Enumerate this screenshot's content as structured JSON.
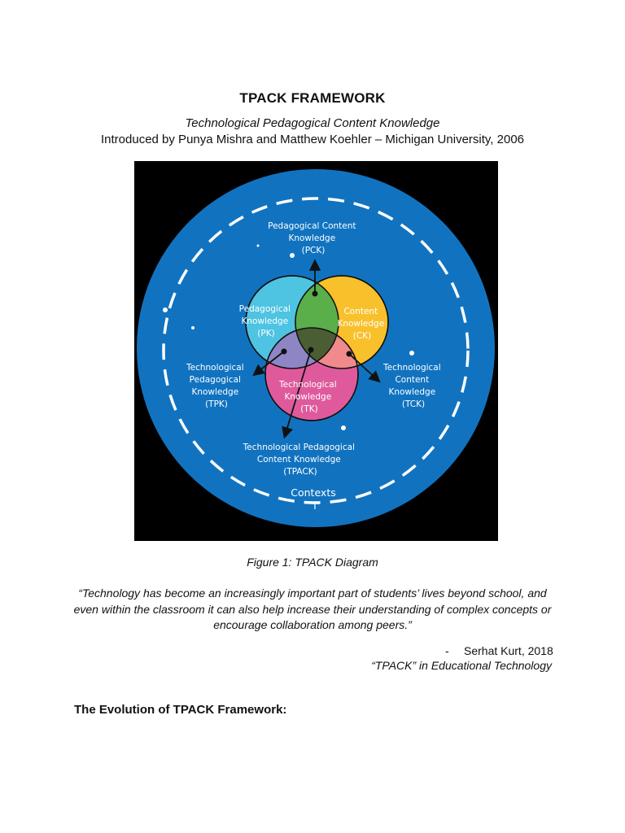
{
  "document": {
    "title": "TPACK FRAMEWORK",
    "subtitle": "Technological Pedagogical Content Knowledge",
    "intro": "Introduced by Punya Mishra and Matthew Koehler – Michigan University, 2006"
  },
  "figure": {
    "caption": "Figure 1: TPACK Diagram",
    "colors": {
      "background": "#000000",
      "outer_circle": "#1173c0",
      "pedagogical": "#4ec3e2",
      "content": "#f8c02b",
      "technological": "#df5a9c",
      "pck_overlap": "#5aaf4a",
      "tpk_overlap": "#8e86c4",
      "tck_overlap": "#f08a8c",
      "tpack_center": "#4b5e33"
    },
    "labels": {
      "pck": [
        "Pedagogical Content",
        "Knowledge",
        "(PCK)"
      ],
      "pk": [
        "Pedagogical",
        "Knowledge",
        "(PK)"
      ],
      "ck": [
        "Content",
        "Knowledge",
        "(CK)"
      ],
      "tk": [
        "Technological",
        "Knowledge",
        "(TK)"
      ],
      "tpk": [
        "Technological",
        "Pedagogical",
        "Knowledge",
        "(TPK)"
      ],
      "tck": [
        "Technological",
        "Content",
        "Knowledge",
        "(TCK)"
      ],
      "tpack": [
        "Technological Pedagogical",
        "Content Knowledge",
        "(TPACK)"
      ],
      "contexts": "Contexts"
    }
  },
  "quote": {
    "text": "“Technology has become an increasingly important part of students’ lives beyond school, and even within the classroom it can also help increase their understanding of complex concepts or encourage collaboration among peers.”",
    "dash": "-",
    "author": "Serhat Kurt, 2018",
    "source": "“TPACK” in Educational Technology"
  },
  "section": {
    "heading": "The Evolution of TPACK Framework:"
  }
}
